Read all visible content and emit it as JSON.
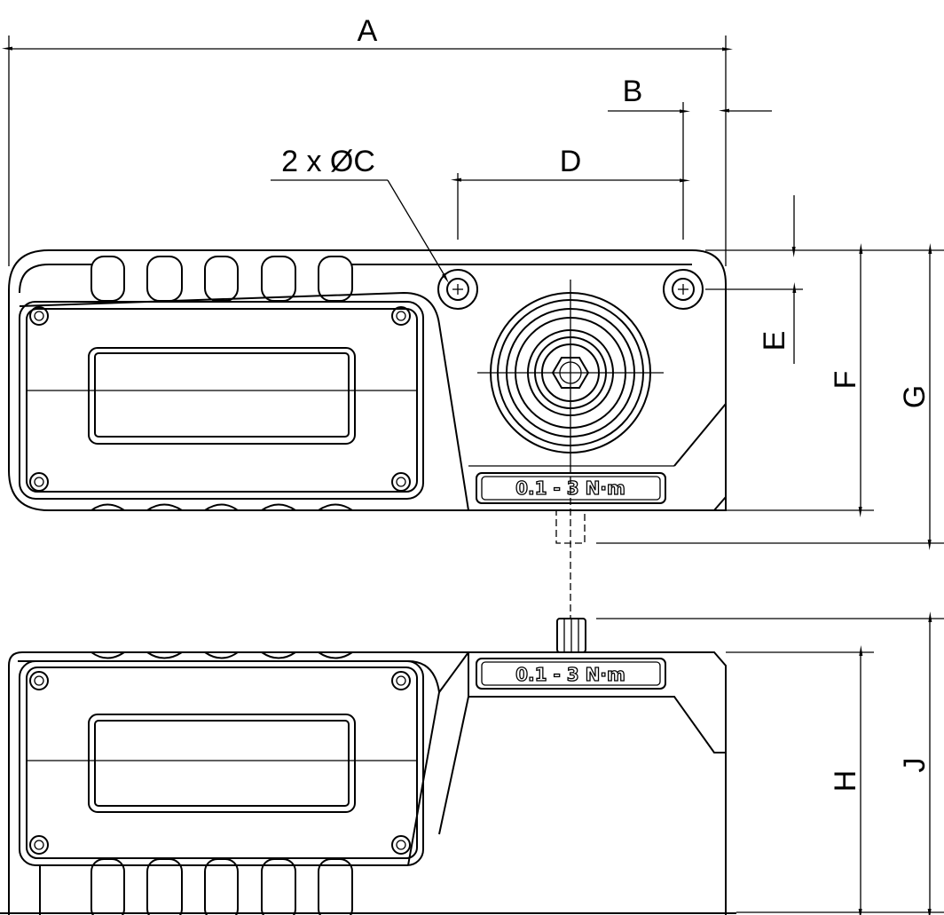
{
  "dimensions": {
    "A": "A",
    "B": "B",
    "C": "2 x ØC",
    "D": "D",
    "E": "E",
    "F": "F",
    "G": "G",
    "H": "H",
    "J": "J"
  },
  "plate_top": "0.1 - 3 N·m",
  "plate_bottom": "0.1 - 3 N·m"
}
